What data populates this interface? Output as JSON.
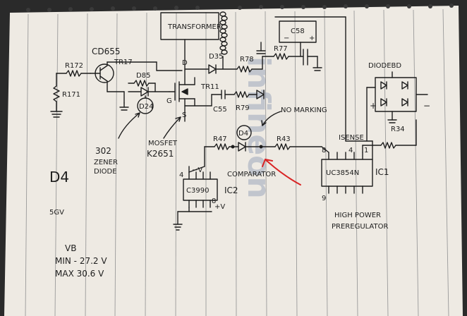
{
  "labels": {
    "transformer": "TRANSFORMER",
    "cd655": "CD655",
    "r172": "R172",
    "r171": "R171",
    "tr17": "TR17",
    "d35": "D35",
    "r78": "R78",
    "r77": "R77",
    "c58": "C58",
    "c58_minus": "−",
    "c58_plus": "+",
    "diode_bridge": "DIODEBD",
    "d85": "D85",
    "d24": "D24",
    "g": "G",
    "tr11": "TR11",
    "d": "D",
    "s": "S",
    "c55": "C55",
    "r79": "R79",
    "no_marking": "NO MARKING",
    "d4_circle": "D4",
    "r47": "R47",
    "r43": "R43",
    "isense": "ISENSE",
    "r34": "R34",
    "bridge_plus": "+",
    "bridge_minus": "−",
    "mosfet": "MOSFET",
    "k2651": "K2651",
    "zener_302": "302",
    "zener": "ZENER",
    "diode": "DIODE",
    "comparator": "COMPARATOR",
    "c3990": "C3990",
    "ic2": "IC2",
    "ic2_minus_v": "−V",
    "ic2_plus_v": "+V",
    "ic2_pin4": "4",
    "ic2_pin8": "8",
    "uc3854n": "UC3854N",
    "ic1": "IC1",
    "ic1_pin8": "8",
    "ic1_pin4": "4",
    "ic1_pin1": "1",
    "ic1_pin9": "9",
    "high_power": "HIGH POWER",
    "preregulator": "PREREGULATOR",
    "d4_big": "D4",
    "d4_small": "5GV",
    "vb": "VB",
    "min_voltage": "MIN - 27.2 V",
    "max_voltage": "MAX 30.6 V",
    "watermark": "infineon"
  },
  "colors": {
    "paper": "#eeeae3",
    "ink": "#1d1d1d",
    "arrow": "#d92424",
    "rule": "#9a9a9a",
    "background": "#2a2a2a"
  }
}
